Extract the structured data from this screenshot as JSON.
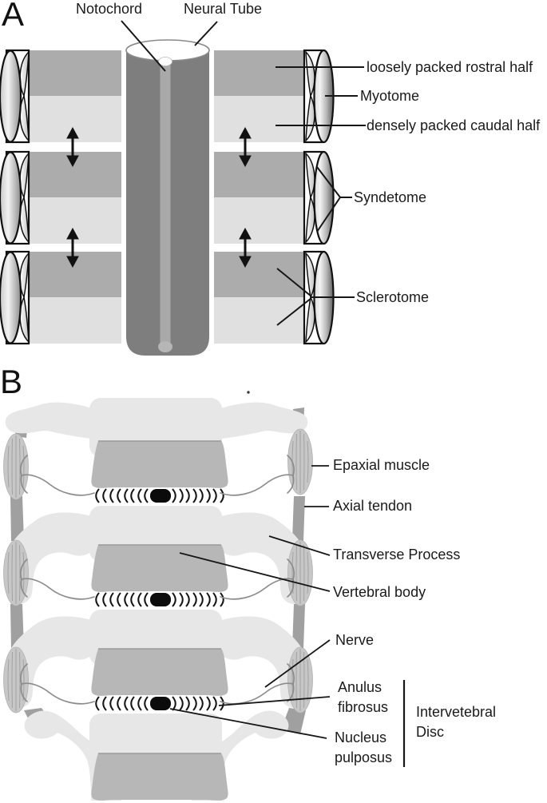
{
  "figure": {
    "panel_a": {
      "panel_letter": "A",
      "labels": {
        "notochord": "Notochord",
        "neural_tube": "Neural Tube",
        "rostral_half": "loosely packed rostral half",
        "myotome": "Myotome",
        "caudal_half": "densely packed caudal half",
        "syndetome": "Syndetome",
        "sclerotome": "Sclerotome"
      }
    },
    "panel_b": {
      "panel_letter": "B",
      "labels": {
        "epaxial_muscle": "Epaxial muscle",
        "axial_tendon": "Axial tendon",
        "transverse_process": "Transverse Process",
        "vertebral_body": "Vertebral body",
        "nerve": "Nerve",
        "anulus_fibrosus_line1": "Anulus",
        "anulus_fibrosus_line2": "fibrosus",
        "nucleus_pulposus_line1": "Nucleus",
        "nucleus_pulposus_line2": "pulposus",
        "intervertebral_disc_line1": "Intervetebral",
        "intervertebral_disc_line2": "Disc"
      }
    }
  },
  "colors": {
    "somite_rostral": "#acacac",
    "somite_caudal": "#e0e0e0",
    "neural_tube": "#7e7e7e",
    "notochord_stripe": "#a9a9a9",
    "vertebra_light": "#e7e7e7",
    "vertebral_body": "#b7b7b7",
    "muscle": "#c7c7c7",
    "muscle_striation": "#a2a2a2",
    "tendon": "#a0a0a0",
    "nerve": "#8c8c8c",
    "line": "#161616",
    "nucleus": "#0b0b0b",
    "text": "#1a1a1a"
  }
}
